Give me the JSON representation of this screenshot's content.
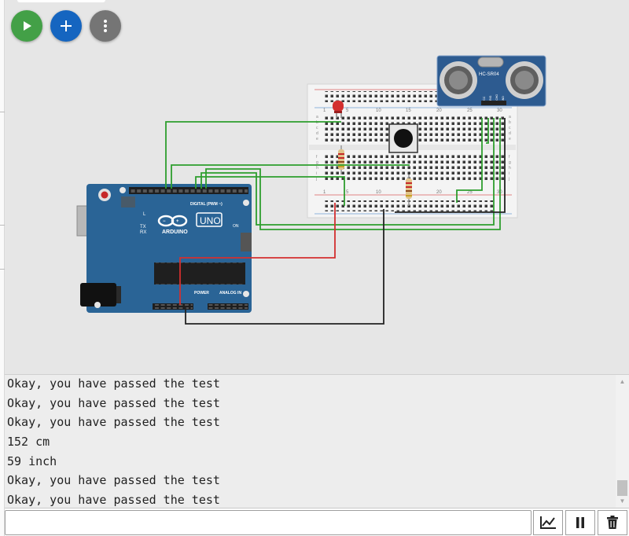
{
  "toolbar": {
    "run_icon": "play-icon",
    "add_icon": "plus-icon",
    "menu_icon": "more-vert-icon",
    "run_color": "#43a047",
    "add_color": "#1565c0",
    "menu_color": "#757575"
  },
  "arduino": {
    "model": "UNO",
    "brand": "ARDUINO",
    "header_digital": "DIGITAL (PWM ~)",
    "header_analog": "ANALOG IN",
    "header_power": "POWER",
    "tx": "TX",
    "rx": "RX",
    "led_l": "L",
    "on": "ON",
    "board_color": "#2a6496"
  },
  "sensor": {
    "model": "HC-SR04",
    "pins": [
      "VCC",
      "TRIG",
      "ECHO",
      "GND"
    ]
  },
  "breadboard": {
    "column_numbers": [
      "1",
      "5",
      "10",
      "15",
      "20",
      "25",
      "30"
    ],
    "row_letters_top": [
      "a",
      "b",
      "c",
      "d",
      "e"
    ],
    "row_letters_bottom": [
      "f",
      "g",
      "h",
      "i",
      "j"
    ]
  },
  "serial_monitor": {
    "lines": [
      "Okay, you have passed the test",
      "Okay, you have passed the test",
      "Okay, you have passed the test",
      "152 cm",
      "59 inch",
      "Okay, you have passed the test",
      "Okay, you have passed the test"
    ],
    "input_value": "",
    "buttons": {
      "plotter_icon": "chart-line-icon",
      "pause_icon": "pause-icon",
      "clear_icon": "trash-icon"
    }
  }
}
